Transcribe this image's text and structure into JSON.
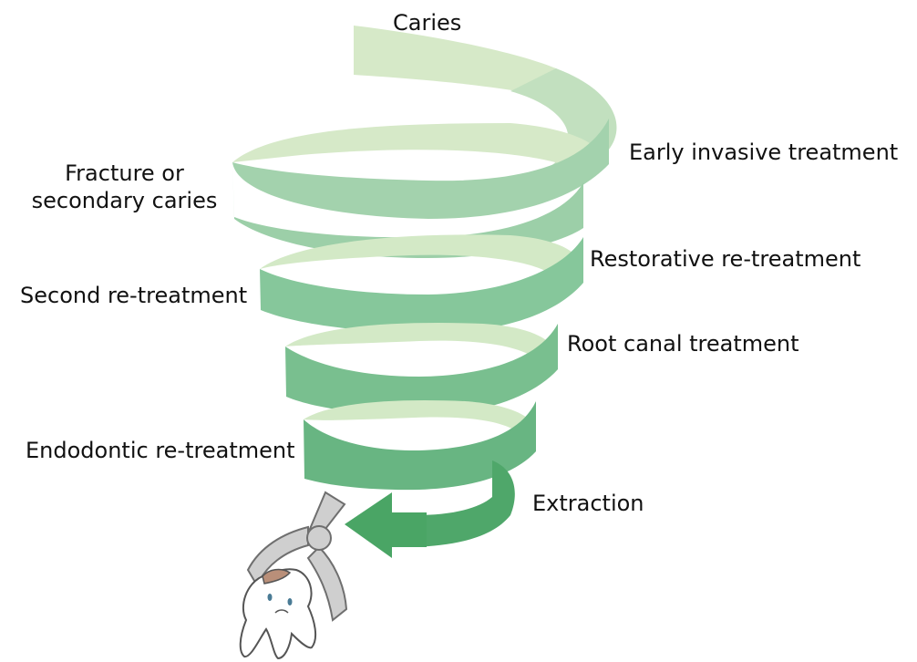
{
  "labels": {
    "caries": "Caries",
    "early_invasive": "Early invasive treatment",
    "fracture_line1": "Fracture or",
    "fracture_line2": "secondary caries",
    "restorative": "Restorative re-treatment",
    "second_retreatment": "Second re-treatment",
    "root_canal": "Root canal treatment",
    "endodontic": "Endodontic re-treatment",
    "extraction": "Extraction"
  },
  "colors": {
    "ribbon_light": "#d6e9c8",
    "ribbon_mid": "#a7d3ae",
    "ribbon_front": "#8cc7a0",
    "ribbon_dark": "#5fae78",
    "arrow": "#4aa565",
    "forceps": "#cfcfcf",
    "forceps_stroke": "#7a7a7a",
    "tooth_stroke": "#555555",
    "tooth_decay": "#b98f79",
    "eye": "#4a7b95"
  },
  "icons": {
    "forceps": "extraction-forceps-icon",
    "tooth": "sad-tooth-icon"
  }
}
